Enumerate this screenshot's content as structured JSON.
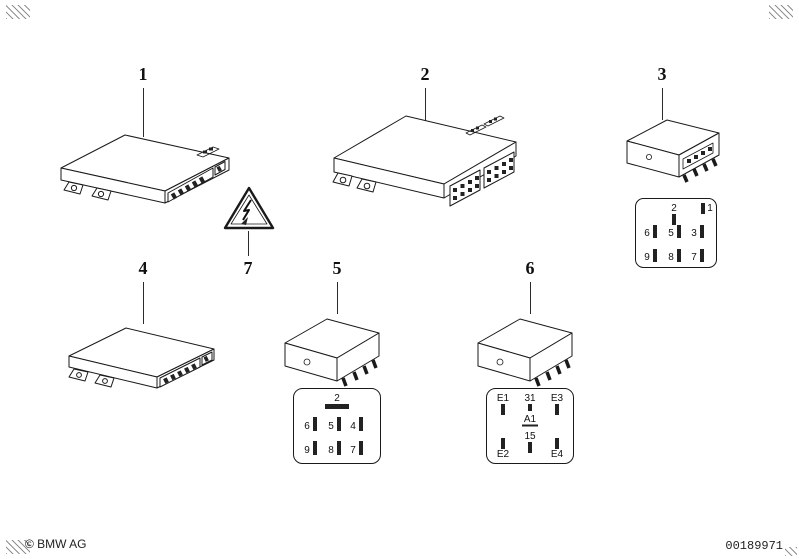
{
  "page": {
    "background": "#ffffff",
    "ink": "#1a1a1a"
  },
  "footer": {
    "copyright": "© BMW AG",
    "doc_number": "00189971"
  },
  "callouts": {
    "item1": "1",
    "item2": "2",
    "item3": "3",
    "item4": "4",
    "item5": "5",
    "item6": "6",
    "item7": "7"
  },
  "pin_diagram_3": {
    "top_center": "2",
    "top_right": "1",
    "mid_left": "6",
    "mid_center": "5",
    "mid_right": "3",
    "bottom_left": "9",
    "bottom_center": "8",
    "bottom_right": "7"
  },
  "pin_diagram_5": {
    "top_center": "2",
    "mid_left": "6",
    "mid_center": "5",
    "mid_right": "4",
    "bottom_left": "9",
    "bottom_center": "8",
    "bottom_right": "7"
  },
  "pin_diagram_6": {
    "top_left": "E1",
    "top_center": "31",
    "top_right": "E3",
    "center_upper": "A1",
    "center_lower": "15",
    "bottom_left": "E2",
    "bottom_right": "E4"
  }
}
